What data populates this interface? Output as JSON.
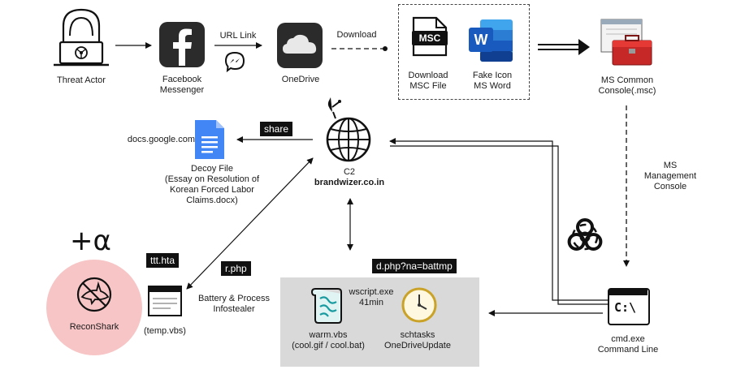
{
  "nodes": {
    "threat_actor": "Threat Actor",
    "facebook": [
      "Facebook",
      "Messenger"
    ],
    "onedrive": "OneDrive",
    "download_msc": [
      "Download",
      "MSC File"
    ],
    "fake_icon": [
      "Fake Icon",
      "MS Word"
    ],
    "ms_common": [
      "MS Common",
      "Console(.msc)"
    ],
    "ms_mgmt": [
      "MS",
      "Management",
      "Console"
    ],
    "c2_title": "C2",
    "c2_domain": "brandwizer.co.in",
    "docs": "docs.google.com",
    "decoy": [
      "Decoy File",
      "(Essay on Resolution of",
      "Korean Forced Labor",
      "Claims.docx)"
    ],
    "plus_alpha": "+α",
    "reconshark": "ReconShark",
    "temp_vbs": "(temp.vbs)",
    "battery": [
      "Battery & Process",
      "Infostealer"
    ],
    "wscript": [
      "wscript.exe",
      "41min"
    ],
    "warm": [
      "warm.vbs",
      "(cool.gif / cool.bat)"
    ],
    "schtasks": [
      "schtasks",
      "OneDriveUpdate"
    ],
    "cmd": [
      "cmd.exe",
      "Command Line"
    ],
    "msc_icon_text": "MSC",
    "word_icon_text": "W",
    "cmd_icon_text": "C:\\"
  },
  "edges": {
    "url_link": "URL Link",
    "download": "Download"
  },
  "tags": {
    "share": "share",
    "ttt_hta": "ttt.hta",
    "r_php": "r.php",
    "d_php": "d.php?na=battmp"
  },
  "colors": {
    "facebook_bg": "#2b2b2b",
    "onedrive_bg": "#2b2b2b",
    "word_blue": "#185abd",
    "docs_blue": "#4285f4",
    "recon_pink": "#f7c5c5",
    "gray_box": "#d9d9d9",
    "toolbox_red": "#c62828"
  }
}
